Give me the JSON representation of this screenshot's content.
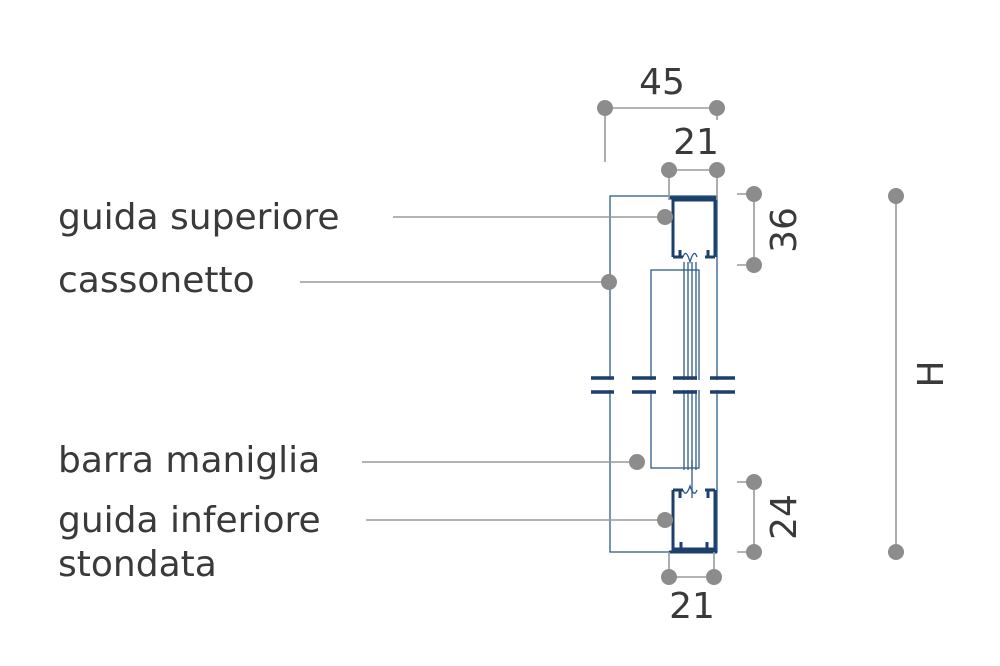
{
  "labels": {
    "guida_superiore": "guida superiore",
    "cassonetto": "cassonetto",
    "barra_maniglia": "barra maniglia",
    "guida_inferiore_line1": "guida inferiore",
    "guida_inferiore_line2": "stondata"
  },
  "dimensions": {
    "total_width": "45",
    "top_guide_width": "21",
    "top_guide_height": "36",
    "bottom_guide_height": "24",
    "bottom_guide_width": "21",
    "height": "H"
  },
  "colors": {
    "profile": "#1d3f6b",
    "leader": "#9a9a9a",
    "dot": "#8c8c8c",
    "text": "#3a3a3a"
  }
}
